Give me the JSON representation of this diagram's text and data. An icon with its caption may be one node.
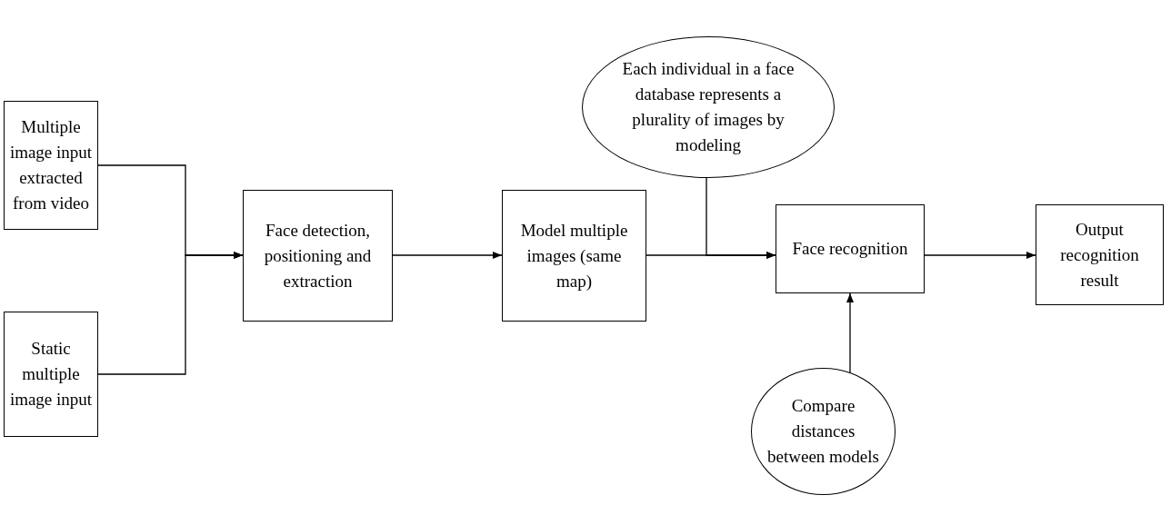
{
  "diagram": {
    "nodes": [
      {
        "text": [
          "Multiple image input extracted from video"
        ]
      },
      {
        "text": [
          "Static multiple image input"
        ]
      },
      {
        "text": [
          "Face detection, positioning and extraction"
        ]
      },
      {
        "text": [
          "Model multiple images (same map)"
        ]
      },
      {
        "text": [
          "Each individual in a face database represents a plurality of images by modeling"
        ]
      },
      {
        "text": [
          "Face recognition"
        ]
      },
      {
        "text": [
          "Output recognition result"
        ]
      },
      {
        "text": [
          "Compare distances between models"
        ]
      }
    ],
    "edges": [
      {
        "from": 0,
        "to": 2,
        "arrow": "to"
      },
      {
        "from": 1,
        "to": 2,
        "arrow": "to"
      },
      {
        "from": 2,
        "to": 3,
        "arrow": "to"
      },
      {
        "from": 3,
        "to": 5,
        "arrow": "to"
      },
      {
        "from": 4,
        "to": 5,
        "arrow": "to"
      },
      {
        "from": 5,
        "to": 6,
        "arrow": "to"
      },
      {
        "from": 7,
        "to": 5,
        "arrow": "to"
      }
    ]
  }
}
